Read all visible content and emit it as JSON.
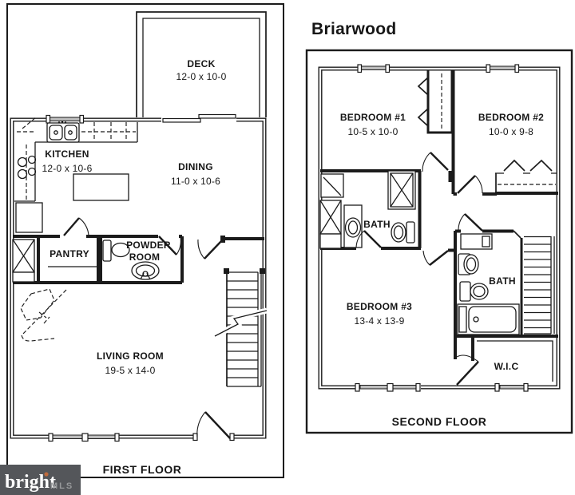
{
  "title": "Briarwood",
  "first_floor": {
    "label": "FIRST FLOOR",
    "deck": {
      "name": "DECK",
      "dims": "12-0 x 10-0"
    },
    "kitchen": {
      "name": "KITCHEN",
      "dims": "12-0 x 10-6"
    },
    "dining": {
      "name": "DINING",
      "dims": "11-0 x 10-6"
    },
    "pantry": {
      "name": "PANTRY"
    },
    "powder": {
      "line1": "POWDER",
      "line2": "ROOM"
    },
    "living": {
      "name": "LIVING ROOM",
      "dims": "19-5 x 14-0"
    }
  },
  "second_floor": {
    "label": "SECOND FLOOR",
    "bedroom1": {
      "name": "BEDROOM #1",
      "dims": "10-5 x 10-0"
    },
    "bedroom2": {
      "name": "BEDROOM #2",
      "dims": "10-0 x 9-8"
    },
    "bath1": {
      "name": "BATH"
    },
    "bath2": {
      "name": "BATH"
    },
    "bedroom3": {
      "name": "BEDROOM #3",
      "dims": "13-4 x 13-9"
    },
    "wic": {
      "name": "W.I.C"
    }
  },
  "watermark": {
    "brand": "bright",
    "suffix": "MLS"
  },
  "colors": {
    "line": "#1b1b1b",
    "window_fill": "#bdbdbd",
    "logo_background": "#54565a",
    "logo_brand": "#ffffff",
    "logo_suffix": "#97999b",
    "logo_accent": "#bf6a3c"
  }
}
